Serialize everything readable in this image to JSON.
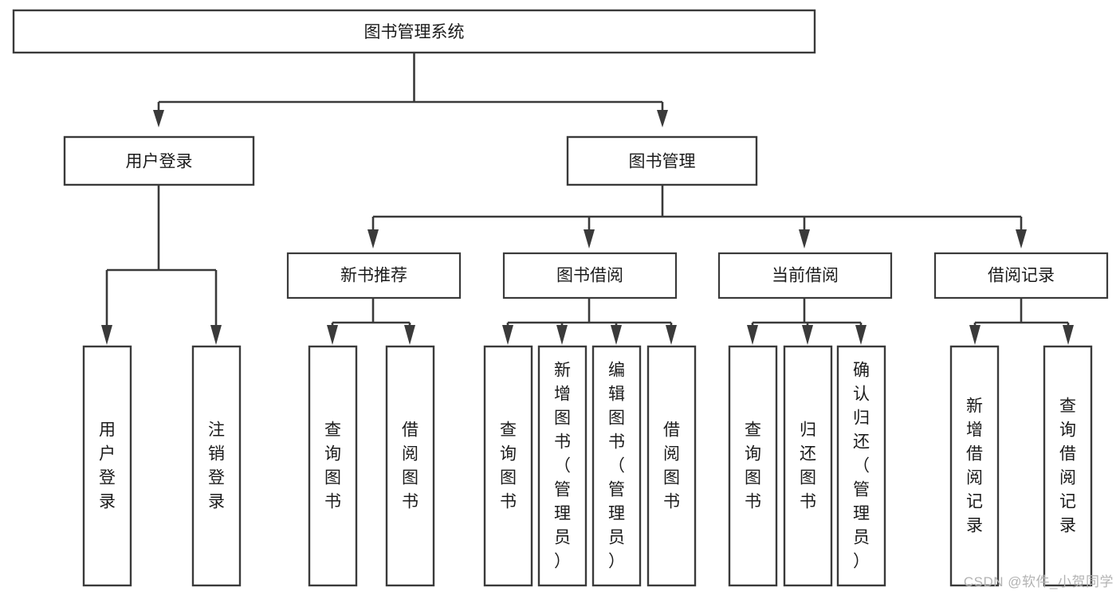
{
  "diagram": {
    "type": "hierarchy-tree",
    "title": "图书管理系统",
    "watermark": "CSDN @软件_小贺同学",
    "levels": {
      "root": {
        "label": "图书管理系统"
      },
      "level1": [
        {
          "id": "user-login",
          "label": "用户登录"
        },
        {
          "id": "book-manage",
          "label": "图书管理"
        }
      ],
      "level2": [
        {
          "id": "new-book-recommend",
          "label": "新书推荐",
          "parent": "book-manage"
        },
        {
          "id": "book-borrow",
          "label": "图书借阅",
          "parent": "book-manage"
        },
        {
          "id": "current-borrow",
          "label": "当前借阅",
          "parent": "book-manage"
        },
        {
          "id": "borrow-record",
          "label": "借阅记录",
          "parent": "book-manage"
        }
      ],
      "leaves": [
        {
          "id": "leaf-user-login",
          "label": "用户登录",
          "parent": "user-login"
        },
        {
          "id": "leaf-logout",
          "label": "注销登录",
          "parent": "user-login"
        },
        {
          "id": "leaf-query-book-1",
          "label": "查询图书",
          "parent": "new-book-recommend"
        },
        {
          "id": "leaf-borrow-book-1",
          "label": "借阅图书",
          "parent": "new-book-recommend"
        },
        {
          "id": "leaf-query-book-2",
          "label": "查询图书",
          "parent": "book-borrow"
        },
        {
          "id": "leaf-add-book",
          "label": "新增图书（管理员）",
          "parent": "book-borrow"
        },
        {
          "id": "leaf-edit-book",
          "label": "编辑图书（管理员）",
          "parent": "book-borrow"
        },
        {
          "id": "leaf-borrow-book-2",
          "label": "借阅图书",
          "parent": "book-borrow"
        },
        {
          "id": "leaf-query-book-3",
          "label": "查询图书",
          "parent": "current-borrow"
        },
        {
          "id": "leaf-return-book",
          "label": "归还图书",
          "parent": "current-borrow"
        },
        {
          "id": "leaf-confirm-return",
          "label": "确认归还（管理员）",
          "parent": "current-borrow"
        },
        {
          "id": "leaf-add-record",
          "label": "新增借阅记录",
          "parent": "borrow-record"
        },
        {
          "id": "leaf-query-record",
          "label": "查询借阅记录",
          "parent": "borrow-record"
        }
      ]
    },
    "colors": {
      "stroke": "#3a3a3a",
      "fill": "#ffffff",
      "text": "#1b1b1b",
      "watermark": "#b3b3b3"
    }
  }
}
